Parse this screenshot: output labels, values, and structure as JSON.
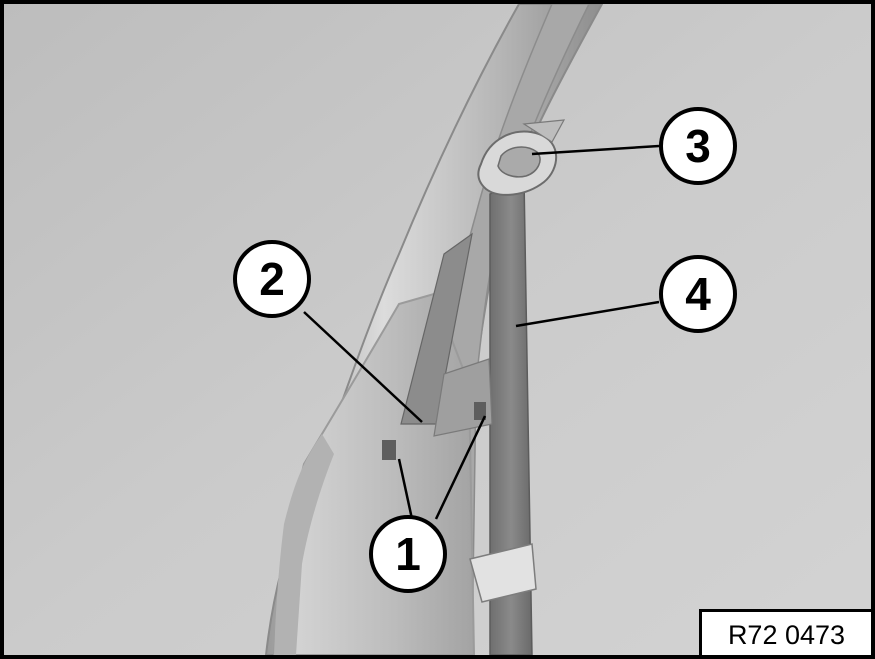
{
  "illustration": {
    "subject": "B-pillar with seat belt, trim panel and belt anchor",
    "background_color": "#c9c9c9",
    "frame_color": "#000000"
  },
  "callouts": [
    {
      "id": "callout-1",
      "label": "1"
    },
    {
      "id": "callout-2",
      "label": "2"
    },
    {
      "id": "callout-3",
      "label": "3"
    },
    {
      "id": "callout-4",
      "label": "4"
    }
  ],
  "reference_code": "R72 0473"
}
